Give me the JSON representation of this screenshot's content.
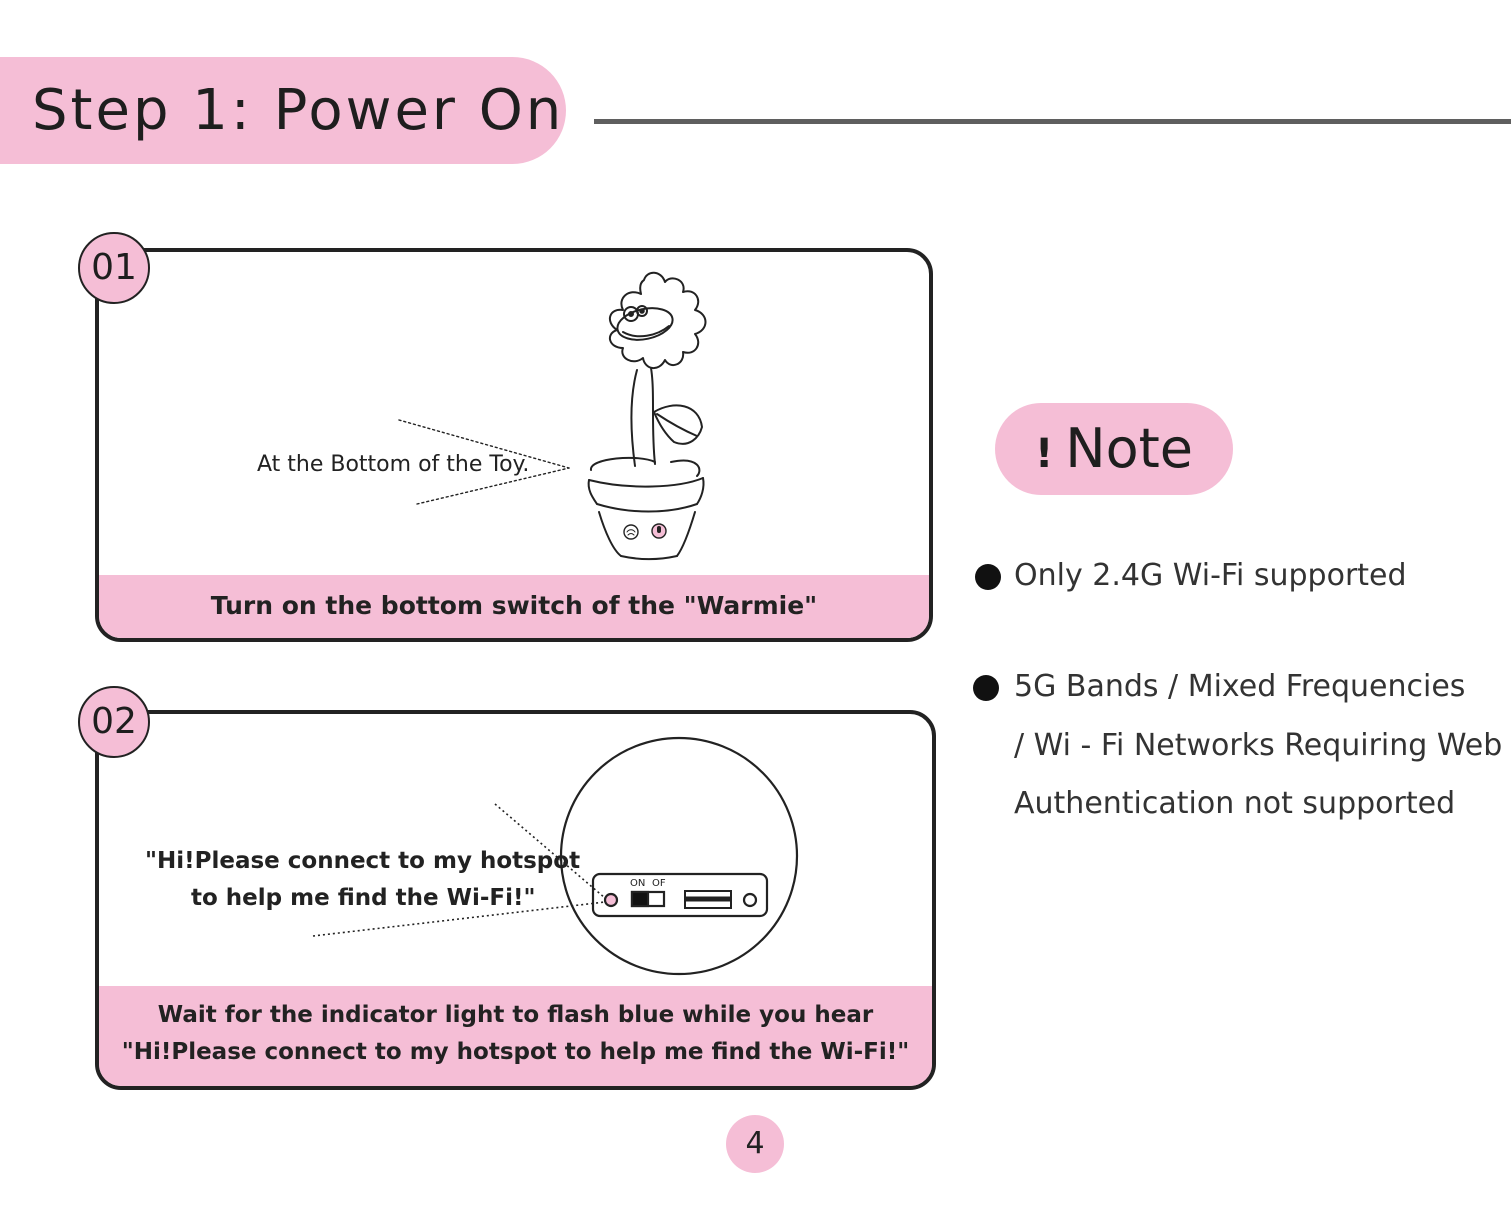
{
  "header": {
    "title": "Step 1: Power On"
  },
  "step1": {
    "badge": "01",
    "callout": "At the Bottom of the Toy.",
    "caption": "Turn on the bottom switch of the \"Warmie\""
  },
  "step2": {
    "badge": "02",
    "callout_line1": "\"Hi!Please connect to my hotspot",
    "callout_line2": "to help me find the Wi-Fi!\"",
    "switch_on": "ON",
    "switch_off": "OF",
    "caption_line1": "Wait for the indicator light to flash blue while you hear",
    "caption_line2": "\"Hi!Please connect to my hotspot to help me find the Wi-Fi!\""
  },
  "note": {
    "bang": "!",
    "title": "Note",
    "items": [
      {
        "lines": [
          "Only 2.4G Wi-Fi supported"
        ]
      },
      {
        "lines": [
          "5G Bands / Mixed Frequencies",
          " / Wi - Fi Networks Requiring  Web",
          "Authentication not supported"
        ]
      }
    ]
  },
  "page_number": "4",
  "colors": {
    "accent_pink": "#f5bed6",
    "rule_gray": "#5f5f5f"
  }
}
